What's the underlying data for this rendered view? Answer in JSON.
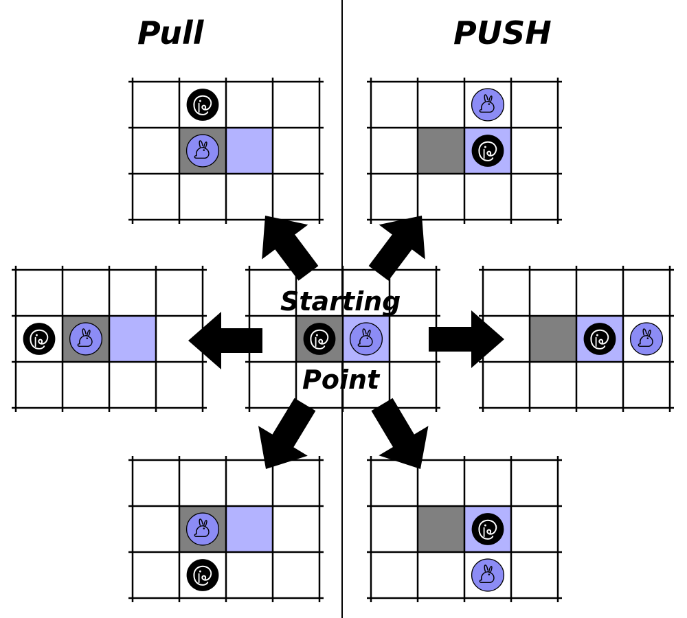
{
  "headings": {
    "left": "Pull",
    "right": "PUSH"
  },
  "center_label": {
    "line1": "Starting",
    "line2": "Point"
  },
  "colors": {
    "background": "#ffffff",
    "grid_line": "#000000",
    "origin_cell": "#808080",
    "target_cell": "#b3b3ff",
    "elephant_token": "#000000",
    "rabbit_token": "#8c8cf5",
    "arrow": "#000000",
    "divider": "#000000"
  },
  "icons": {
    "elephant": "elephant-icon",
    "rabbit": "rabbit-icon",
    "arrow": "arrow-icon"
  },
  "panels": [
    {
      "id": "starting-point",
      "side": "center",
      "move": "start",
      "grid": {
        "cols": 4,
        "rows": 3
      },
      "origin_cell": [
        1,
        1
      ],
      "target_cell": [
        2,
        1
      ],
      "elephant": [
        1,
        1
      ],
      "rabbit": [
        2,
        1
      ]
    },
    {
      "id": "pull-up",
      "side": "pull",
      "move": "up",
      "grid": {
        "cols": 4,
        "rows": 3
      },
      "origin_cell": [
        1,
        1
      ],
      "target_cell": [
        2,
        1
      ],
      "elephant": [
        1,
        0
      ],
      "rabbit": [
        1,
        1
      ]
    },
    {
      "id": "pull-left",
      "side": "pull",
      "move": "left",
      "grid": {
        "cols": 4,
        "rows": 3
      },
      "origin_cell": [
        1,
        1
      ],
      "target_cell": [
        2,
        1
      ],
      "elephant": [
        0,
        1
      ],
      "rabbit": [
        1,
        1
      ]
    },
    {
      "id": "pull-down",
      "side": "pull",
      "move": "down",
      "grid": {
        "cols": 4,
        "rows": 3
      },
      "origin_cell": [
        1,
        1
      ],
      "target_cell": [
        2,
        1
      ],
      "elephant": [
        1,
        2
      ],
      "rabbit": [
        1,
        1
      ]
    },
    {
      "id": "push-up",
      "side": "push",
      "move": "up",
      "grid": {
        "cols": 4,
        "rows": 3
      },
      "origin_cell": [
        1,
        1
      ],
      "target_cell": [
        2,
        1
      ],
      "elephant": [
        2,
        1
      ],
      "rabbit": [
        2,
        0
      ]
    },
    {
      "id": "push-right",
      "side": "push",
      "move": "right",
      "grid": {
        "cols": 4,
        "rows": 3
      },
      "origin_cell": [
        1,
        1
      ],
      "target_cell": [
        2,
        1
      ],
      "elephant": [
        2,
        1
      ],
      "rabbit": [
        3,
        1
      ]
    },
    {
      "id": "push-down",
      "side": "push",
      "move": "down",
      "grid": {
        "cols": 4,
        "rows": 3
      },
      "origin_cell": [
        1,
        1
      ],
      "target_cell": [
        2,
        1
      ],
      "elephant": [
        2,
        1
      ],
      "rabbit": [
        2,
        2
      ]
    }
  ],
  "arrows": [
    {
      "from": "starting-point",
      "to": "pull-up"
    },
    {
      "from": "starting-point",
      "to": "pull-left"
    },
    {
      "from": "starting-point",
      "to": "pull-down"
    },
    {
      "from": "starting-point",
      "to": "push-up"
    },
    {
      "from": "starting-point",
      "to": "push-right"
    },
    {
      "from": "starting-point",
      "to": "push-down"
    }
  ]
}
